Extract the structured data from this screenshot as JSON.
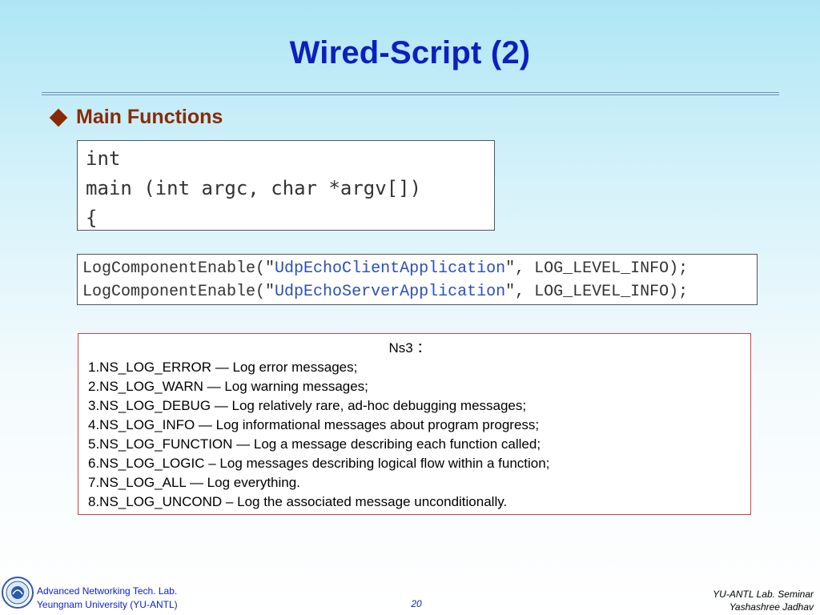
{
  "slide": {
    "title": "Wired-Script (2)",
    "bullet": "Main Functions"
  },
  "code_main": {
    "lines": [
      "int",
      "main (int argc, char *argv[])",
      "{"
    ]
  },
  "code_log": {
    "lines": [
      {
        "prefix": "LogComponentEnable(\"",
        "string": "UdpEchoClientApplication",
        "suffix": "\", LOG_LEVEL_INFO);"
      },
      {
        "prefix": "LogComponentEnable(\"",
        "string": "UdpEchoServerApplication",
        "suffix": "\", LOG_LEVEL_INFO);"
      }
    ]
  },
  "info": {
    "heading": "Ns3 ：",
    "items": [
      "1.NS_LOG_ERROR — Log error messages;",
      "2.NS_LOG_WARN — Log warning messages;",
      "3.NS_LOG_DEBUG — Log relatively rare, ad-hoc debugging messages;",
      "4.NS_LOG_INFO — Log informational messages about program progress;",
      "5.NS_LOG_FUNCTION — Log a message describing each function called;",
      "6.NS_LOG_LOGIC – Log messages describing logical flow within a function;",
      "7.NS_LOG_ALL — Log everything.",
      "8.NS_LOG_UNCOND – Log the associated message unconditionally."
    ]
  },
  "footer": {
    "lab_name": "Advanced Networking Tech. Lab.",
    "university": "Yeungnam University (YU-ANTL)",
    "page_number": "20",
    "seminar": "YU-ANTL Lab. Seminar",
    "author": "Yashashree Jadhav"
  },
  "colors": {
    "title": "#0d1fbf",
    "bullet": "#8a2a05",
    "string_literal": "#2a4fb8",
    "info_border": "#d24040"
  },
  "icons": {
    "bullet": "diamond-bullet-icon",
    "logo": "university-seal-logo"
  }
}
